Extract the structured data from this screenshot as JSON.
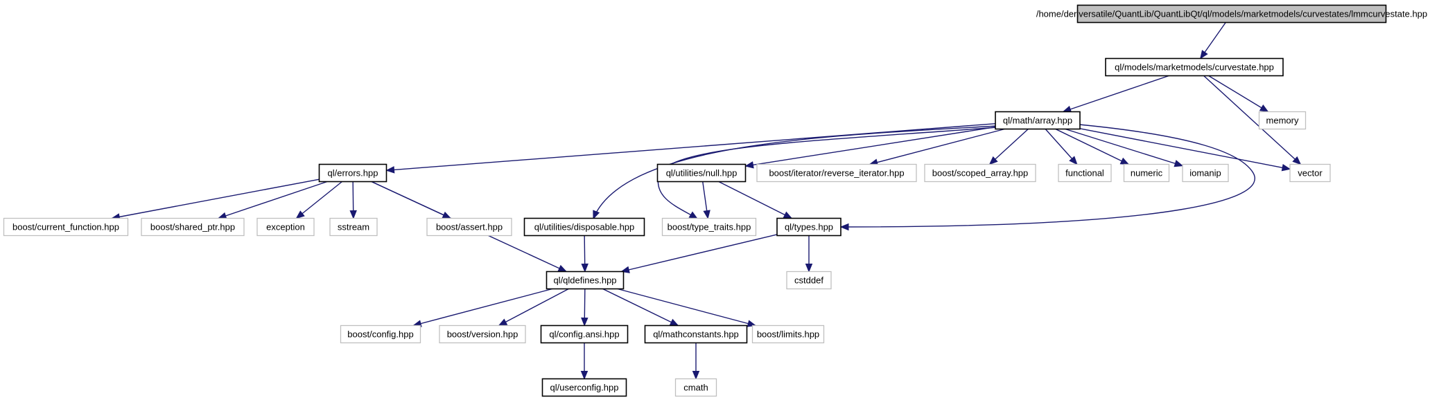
{
  "nodes": [
    {
      "id": "lmm",
      "label": "/home/deriversatile/QuantLib/QuantLibQt/ql/models/marketmodels/curvestates/lmmcurvestate.hpp",
      "kind": "root"
    },
    {
      "id": "curvestate",
      "label": "ql/models/marketmodels/curvestate.hpp",
      "kind": "internal"
    },
    {
      "id": "array",
      "label": "ql/math/array.hpp",
      "kind": "internal"
    },
    {
      "id": "memory",
      "label": "memory",
      "kind": "external"
    },
    {
      "id": "errors",
      "label": "ql/errors.hpp",
      "kind": "internal"
    },
    {
      "id": "null",
      "label": "ql/utilities/null.hpp",
      "kind": "internal"
    },
    {
      "id": "revit",
      "label": "boost/iterator/reverse_iterator.hpp",
      "kind": "external"
    },
    {
      "id": "scoped",
      "label": "boost/scoped_array.hpp",
      "kind": "external"
    },
    {
      "id": "functional",
      "label": "functional",
      "kind": "external"
    },
    {
      "id": "numeric",
      "label": "numeric",
      "kind": "external"
    },
    {
      "id": "iomanip",
      "label": "iomanip",
      "kind": "external"
    },
    {
      "id": "vector",
      "label": "vector",
      "kind": "external"
    },
    {
      "id": "curfunc",
      "label": "boost/current_function.hpp",
      "kind": "external"
    },
    {
      "id": "sharedptr",
      "label": "boost/shared_ptr.hpp",
      "kind": "external"
    },
    {
      "id": "exception",
      "label": "exception",
      "kind": "external"
    },
    {
      "id": "sstream",
      "label": "sstream",
      "kind": "external"
    },
    {
      "id": "bassert",
      "label": "boost/assert.hpp",
      "kind": "external"
    },
    {
      "id": "disposable",
      "label": "ql/utilities/disposable.hpp",
      "kind": "internal"
    },
    {
      "id": "typetraits",
      "label": "boost/type_traits.hpp",
      "kind": "external"
    },
    {
      "id": "types",
      "label": "ql/types.hpp",
      "kind": "internal"
    },
    {
      "id": "qldefines",
      "label": "ql/qldefines.hpp",
      "kind": "internal"
    },
    {
      "id": "cstddef",
      "label": "cstddef",
      "kind": "external"
    },
    {
      "id": "bconfig",
      "label": "boost/config.hpp",
      "kind": "external"
    },
    {
      "id": "bversion",
      "label": "boost/version.hpp",
      "kind": "external"
    },
    {
      "id": "configansi",
      "label": "ql/config.ansi.hpp",
      "kind": "internal"
    },
    {
      "id": "mathconst",
      "label": "ql/mathconstants.hpp",
      "kind": "internal"
    },
    {
      "id": "blimits",
      "label": "boost/limits.hpp",
      "kind": "external"
    },
    {
      "id": "userconfig",
      "label": "ql/userconfig.hpp",
      "kind": "internal"
    },
    {
      "id": "cmath",
      "label": "cmath",
      "kind": "external"
    }
  ],
  "edges": [
    [
      "lmm",
      "curvestate"
    ],
    [
      "curvestate",
      "array"
    ],
    [
      "curvestate",
      "memory"
    ],
    [
      "curvestate",
      "vector"
    ],
    [
      "array",
      "errors"
    ],
    [
      "array",
      "disposable"
    ],
    [
      "array",
      "typetraits"
    ],
    [
      "array",
      "null"
    ],
    [
      "array",
      "revit"
    ],
    [
      "array",
      "scoped"
    ],
    [
      "array",
      "functional"
    ],
    [
      "array",
      "numeric"
    ],
    [
      "array",
      "iomanip"
    ],
    [
      "array",
      "vector"
    ],
    [
      "array",
      "types"
    ],
    [
      "errors",
      "curfunc"
    ],
    [
      "errors",
      "sharedptr"
    ],
    [
      "errors",
      "exception"
    ],
    [
      "errors",
      "sstream"
    ],
    [
      "errors",
      "bassert"
    ],
    [
      "errors",
      "qldefines"
    ],
    [
      "null",
      "typetraits"
    ],
    [
      "null",
      "types"
    ],
    [
      "disposable",
      "qldefines"
    ],
    [
      "types",
      "qldefines"
    ],
    [
      "types",
      "cstddef"
    ],
    [
      "qldefines",
      "bconfig"
    ],
    [
      "qldefines",
      "bversion"
    ],
    [
      "qldefines",
      "configansi"
    ],
    [
      "qldefines",
      "mathconst"
    ],
    [
      "qldefines",
      "blimits"
    ],
    [
      "configansi",
      "userconfig"
    ],
    [
      "mathconst",
      "cmath"
    ]
  ]
}
